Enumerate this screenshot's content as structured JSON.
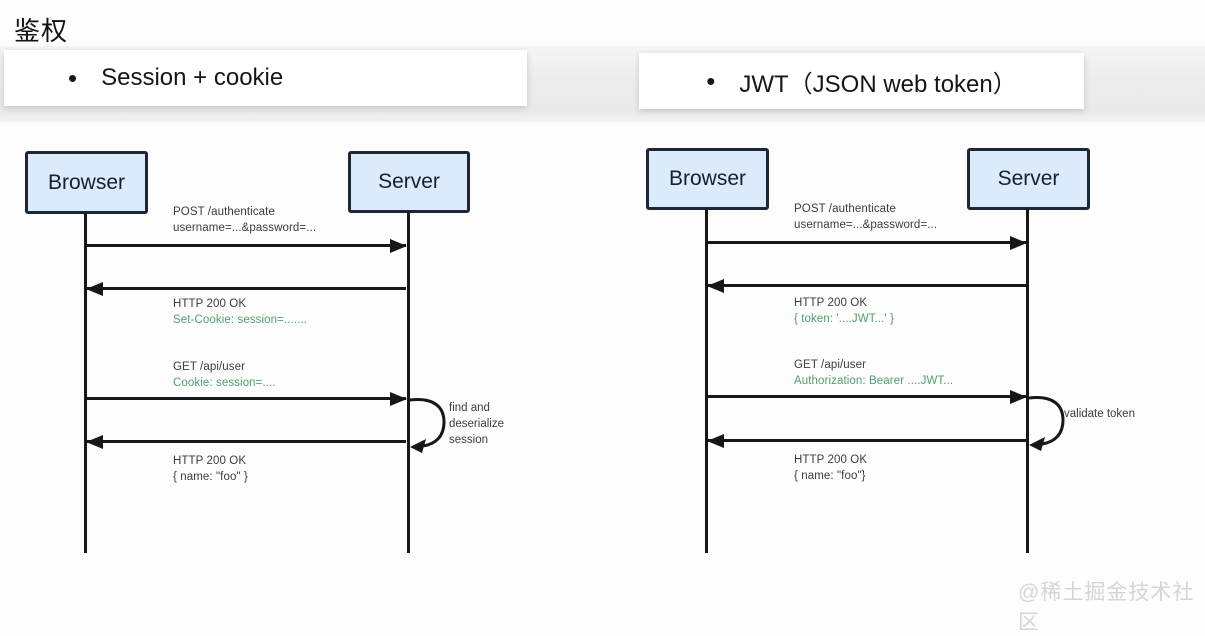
{
  "page": {
    "title": "鉴权",
    "watermark": "@稀土掘金技术社区"
  },
  "colors": {
    "green_header_text": "#4f9f6c",
    "actor_fill": "#dcebfb",
    "line": "#171717"
  },
  "panels": [
    {
      "heading_bullet": "•",
      "heading": "Session + cookie",
      "actors": {
        "left": "Browser",
        "right": "Server"
      },
      "messages": [
        {
          "line1": "POST /authenticate",
          "line2": "username=...&password=..."
        },
        {
          "line1": "HTTP 200 OK",
          "line2": "Set-Cookie: session=......."
        },
        {
          "line1": "GET /api/user",
          "line2": "Cookie: session=...."
        },
        {
          "line1": "HTTP 200 OK",
          "line2": "{ name: \"foo\" }"
        }
      ],
      "note_lines": [
        "find and",
        "deserialize",
        "session"
      ]
    },
    {
      "heading_bullet": "•",
      "heading": "JWT（JSON web token）",
      "actors": {
        "left": "Browser",
        "right": "Server"
      },
      "messages": [
        {
          "line1": "POST /authenticate",
          "line2": "username=...&password=..."
        },
        {
          "line1": "HTTP 200 OK",
          "line2": "{ token: '....JWT...' }"
        },
        {
          "line1": "GET /api/user",
          "line2": "Authorization: Bearer ....JWT..."
        },
        {
          "line1": "HTTP 200 OK",
          "line2": "{ name: \"foo\"}"
        }
      ],
      "note_lines": [
        "validate token"
      ]
    }
  ]
}
